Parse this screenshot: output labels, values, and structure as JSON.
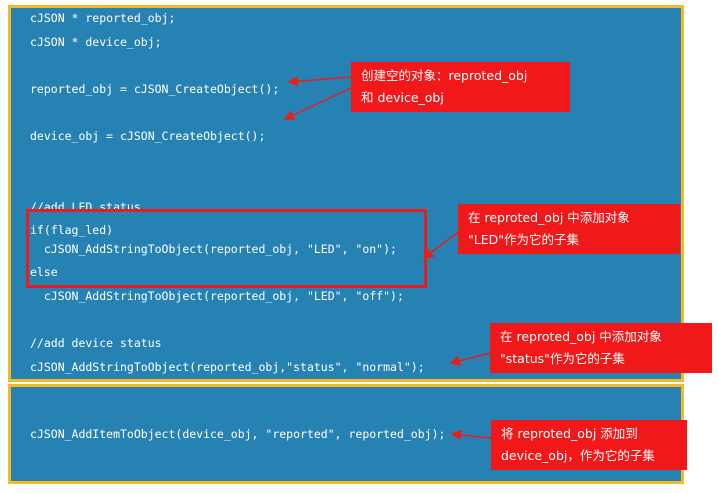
{
  "code": {
    "line1": "cJSON * reported_obj;",
    "line2": "cJSON * device_obj;",
    "line3": "reported_obj = cJSON_CreateObject();",
    "line4": "device_obj = cJSON_CreateObject();",
    "line5": "//add LED status",
    "line6": "if(flag_led)",
    "line7": "  cJSON_AddStringToObject(reported_obj, \"LED\", \"on\");",
    "line8": "else",
    "line9": "  cJSON_AddStringToObject(reported_obj, \"LED\", \"off\");",
    "line10": "//add device status",
    "line11": "cJSON_AddStringToObject(reported_obj,\"status\", \"normal\");",
    "line12": "cJSON_AddItemToObject(device_obj, \"reported\", reported_obj);"
  },
  "notes": {
    "create": {
      "line1": "创建空的对象：reproted_obj",
      "line2": "和 device_obj"
    },
    "led": {
      "line1": "在 reproted_obj 中添加对象",
      "line2": "\"LED\"作为它的子集"
    },
    "status": {
      "line1": "在 reproted_obj 中添加对象",
      "line2": "\"status\"作为它的子集"
    },
    "add": {
      "line1": "将 reproted_obj 添加到",
      "line2": "device_obj，作为它的子集"
    }
  },
  "colors": {
    "panel_background": "#2682b3",
    "panel_border": "#f4b92a",
    "note_background": "#f01818",
    "highlight_border": "#e81e1e"
  }
}
